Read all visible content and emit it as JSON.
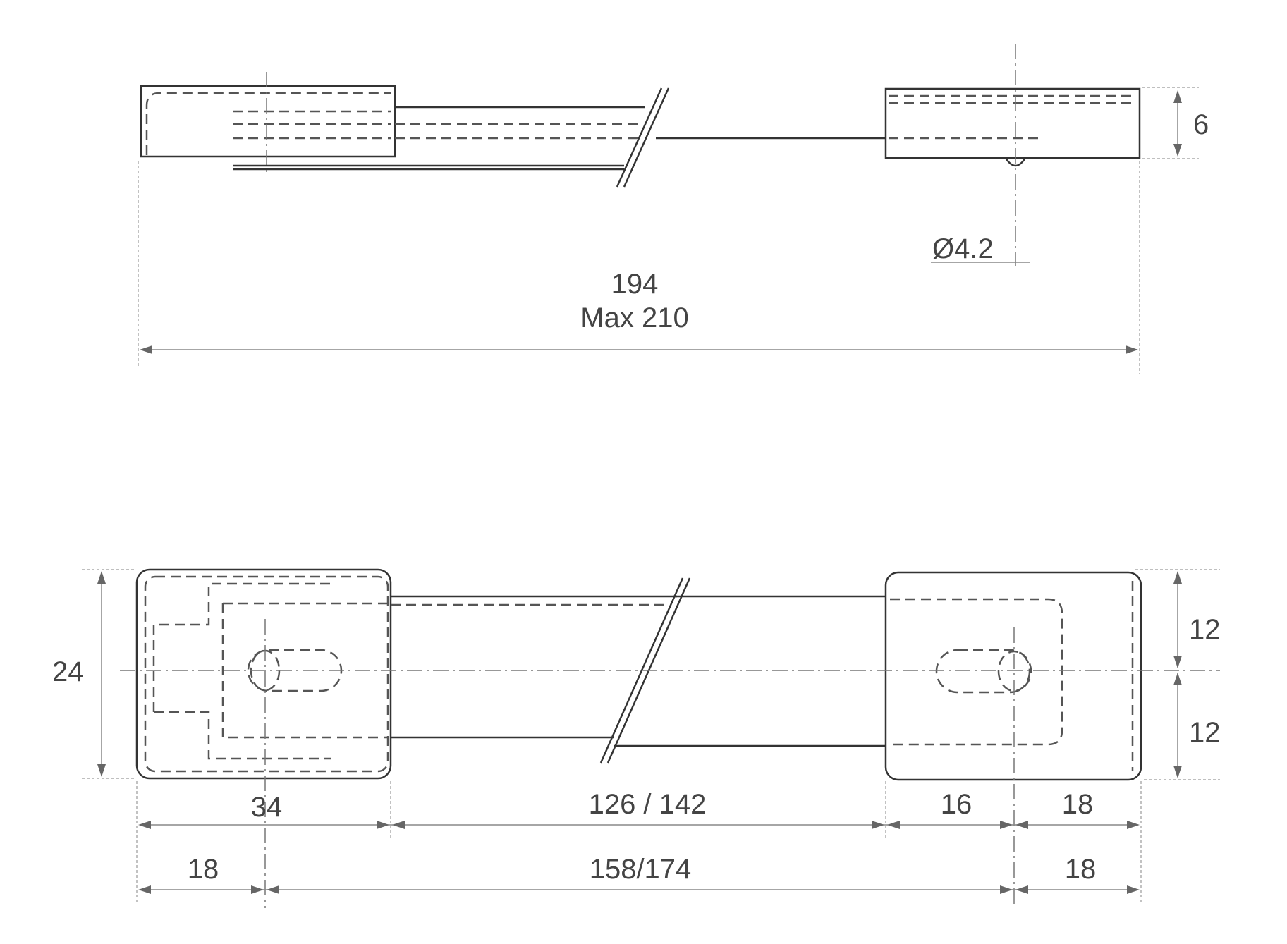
{
  "top_view": {
    "overall_length": "194",
    "overall_max": "Max 210",
    "height": "6",
    "hole_diameter": "Ø4.2"
  },
  "bottom_view": {
    "width_total": "24",
    "half_upper": "12",
    "half_lower": "12",
    "left_block": "34",
    "middle_span": "126 / 142",
    "right_inner": "16",
    "right_outer": "18",
    "left_offset": "18",
    "center_span": "158/174",
    "right_offset": "18"
  }
}
